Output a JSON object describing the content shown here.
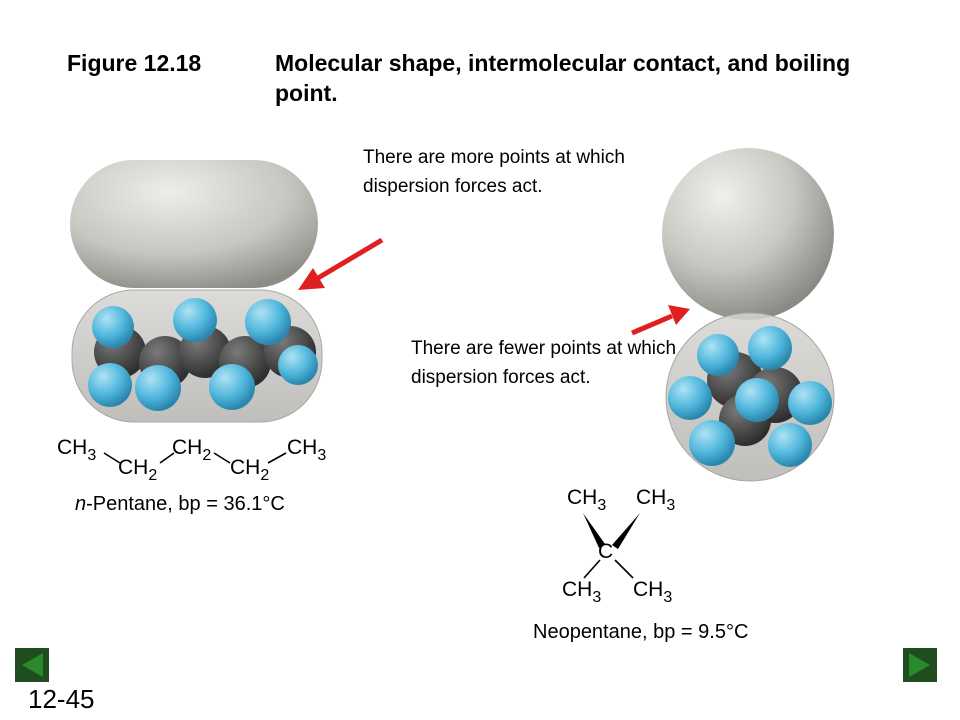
{
  "header": {
    "figure_number": "Figure 12.18",
    "figure_title": "Molecular shape, intermolecular contact, and boiling point."
  },
  "annotations": {
    "more_points": "There are more points at which dispersion forces act.",
    "fewer_points": "There are fewer points at which dispersion forces act."
  },
  "pentane": {
    "caption_name": "n",
    "caption_rest": "-Pentane, bp = 36.1°C",
    "groups": {
      "ch3_left": "CH",
      "ch2_a": "CH",
      "ch2_b": "CH",
      "ch2_c": "CH",
      "ch3_right": "CH"
    },
    "subs": {
      "ch3_left": "3",
      "ch2_a": "2",
      "ch2_b": "2",
      "ch2_c": "2",
      "ch3_right": "3"
    }
  },
  "neopentane": {
    "caption": "Neopentane, bp = 9.5°C",
    "center": "C",
    "groups": {
      "top_left": "CH",
      "top_right": "CH",
      "bottom_left": "CH",
      "bottom_right": "CH"
    },
    "subs": {
      "top_left": "3",
      "top_right": "3",
      "bottom_left": "3",
      "bottom_right": "3"
    }
  },
  "footer": {
    "slide_number": "12-45"
  },
  "colors": {
    "arrow": "#e02020",
    "carbon": "#4a4a4a",
    "hydrogen": "#5bbde0",
    "surface": "#bfbdb8",
    "nav_button": "#1f4d1f",
    "nav_arrow": "#2a8a2a"
  },
  "icons": {
    "previous": "previous-slide-icon",
    "next": "next-slide-icon"
  }
}
